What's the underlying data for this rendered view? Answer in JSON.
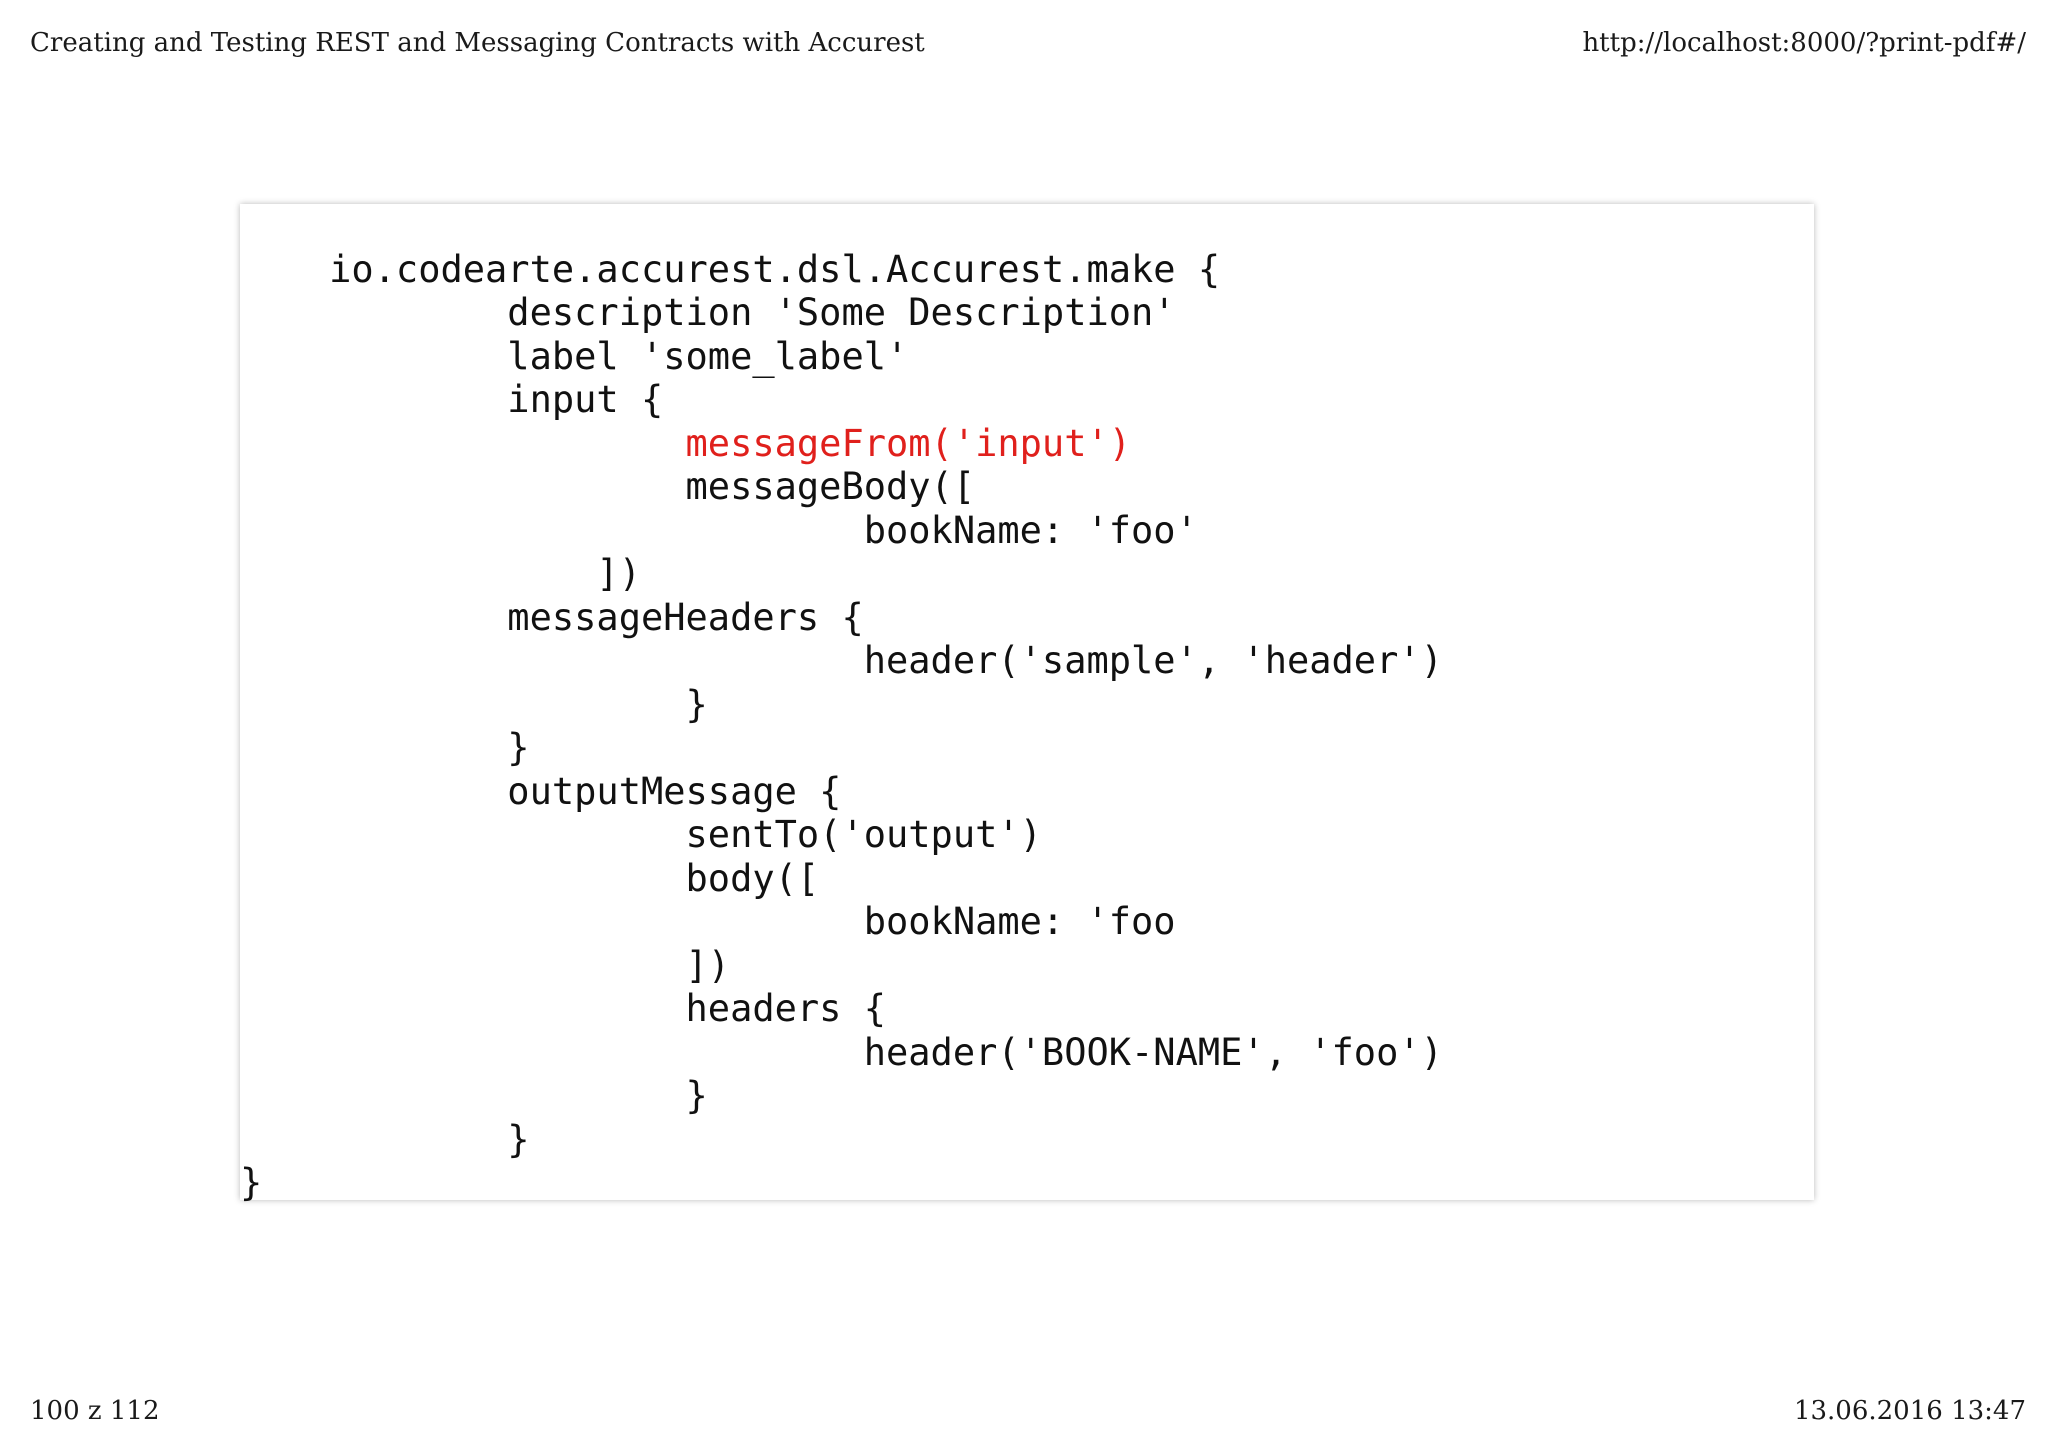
{
  "print_header": {
    "title": "Creating and Testing REST and Messaging Contracts with Accurest",
    "url": "http://localhost:8000/?print-pdf#/"
  },
  "print_footer": {
    "page_counter": "100 z 112",
    "datetime": "13.06.2016 13:47"
  },
  "code": {
    "lines": [
      "    io.codearte.accurest.dsl.Accurest.make {",
      "            description 'Some Description'",
      "            label 'some_label'",
      "            input {",
      "                    messageFrom('input')",
      "                    messageBody([",
      "                            bookName: 'foo'",
      "                ])",
      "            messageHeaders {",
      "                            header('sample', 'header')",
      "                    }",
      "            }",
      "            outputMessage {",
      "                    sentTo('output')",
      "                    body([",
      "                            bookName: 'foo",
      "                    ])",
      "                    headers {",
      "                            header('BOOK-NAME', 'foo')",
      "                    }",
      "            }",
      "}"
    ],
    "highlight_color": "#e0201c"
  }
}
